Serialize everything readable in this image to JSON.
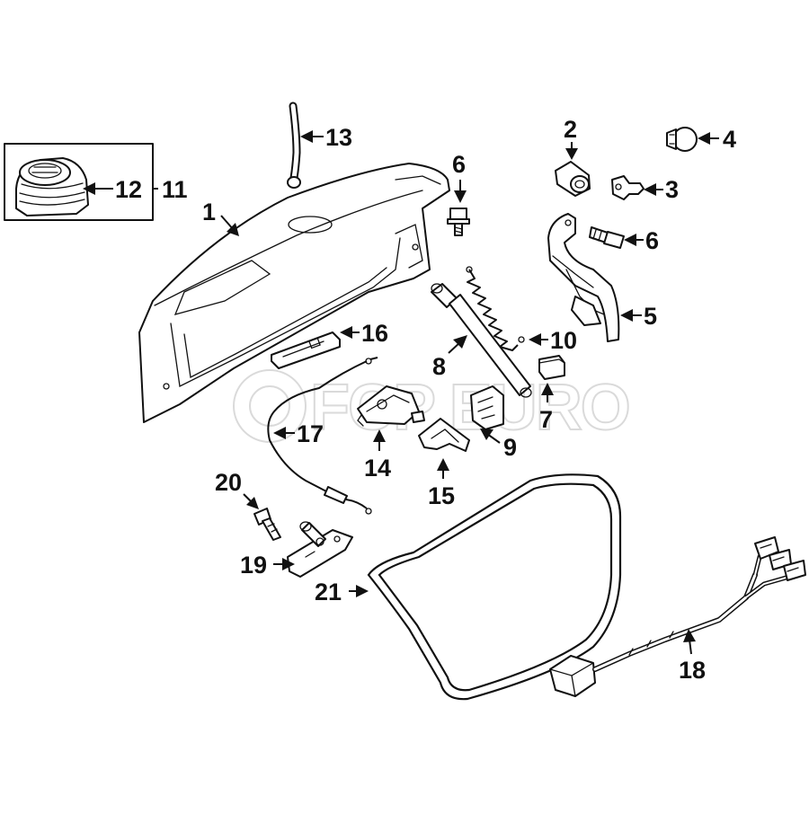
{
  "diagram": {
    "watermark": "FCP EURO",
    "callouts": [
      {
        "id": "c1",
        "label": "1"
      },
      {
        "id": "c2",
        "label": "2"
      },
      {
        "id": "c3",
        "label": "3"
      },
      {
        "id": "c4",
        "label": "4"
      },
      {
        "id": "c5",
        "label": "5"
      },
      {
        "id": "c6a",
        "label": "6"
      },
      {
        "id": "c6b",
        "label": "6"
      },
      {
        "id": "c7",
        "label": "7"
      },
      {
        "id": "c8",
        "label": "8"
      },
      {
        "id": "c9",
        "label": "9"
      },
      {
        "id": "c10",
        "label": "10"
      },
      {
        "id": "c11",
        "label": "11"
      },
      {
        "id": "c12",
        "label": "12"
      },
      {
        "id": "c13",
        "label": "13"
      },
      {
        "id": "c14",
        "label": "14"
      },
      {
        "id": "c15",
        "label": "15"
      },
      {
        "id": "c16",
        "label": "16"
      },
      {
        "id": "c17",
        "label": "17"
      },
      {
        "id": "c18",
        "label": "18"
      },
      {
        "id": "c19",
        "label": "19"
      },
      {
        "id": "c20",
        "label": "20"
      },
      {
        "id": "c21",
        "label": "21"
      }
    ]
  }
}
